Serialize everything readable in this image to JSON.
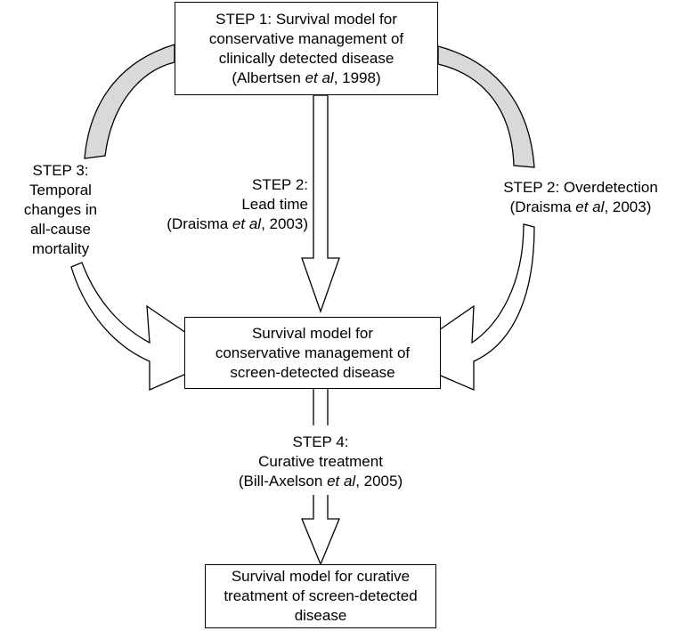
{
  "nodes": {
    "step1": {
      "lines": [
        "STEP 1: Survival model for",
        "conservative management of",
        "clinically detected disease"
      ],
      "cite_pre": "(Albertsen ",
      "cite_italic": "et al",
      "cite_post": ", 1998)"
    },
    "screen": {
      "lines": [
        "Survival model for",
        "conservative management of",
        "screen-detected disease"
      ]
    },
    "curative": {
      "lines": [
        "Survival model for curative",
        "treatment of screen-detected",
        "disease"
      ]
    }
  },
  "edges": {
    "step3": {
      "lines": [
        "STEP 3:",
        "Temporal",
        "changes in",
        "all-cause",
        "mortality"
      ]
    },
    "step2_lead": {
      "lines": [
        "STEP 2:",
        "Lead time"
      ],
      "cite_pre": "(Draisma ",
      "cite_italic": "et al",
      "cite_post": ", 2003)"
    },
    "step2_over": {
      "lines": [
        "STEP 2: Overdetection"
      ],
      "cite_pre": "(Draisma ",
      "cite_italic": "et al",
      "cite_post": ", 2003)"
    },
    "step4": {
      "lines": [
        "STEP 4:",
        "Curative treatment"
      ],
      "cite_pre": "(Bill-Axelson ",
      "cite_italic": "et al",
      "cite_post": ", 2005)"
    }
  },
  "colors": {
    "line": "#000000",
    "shade": "#d9d9d9",
    "fill": "#ffffff"
  }
}
